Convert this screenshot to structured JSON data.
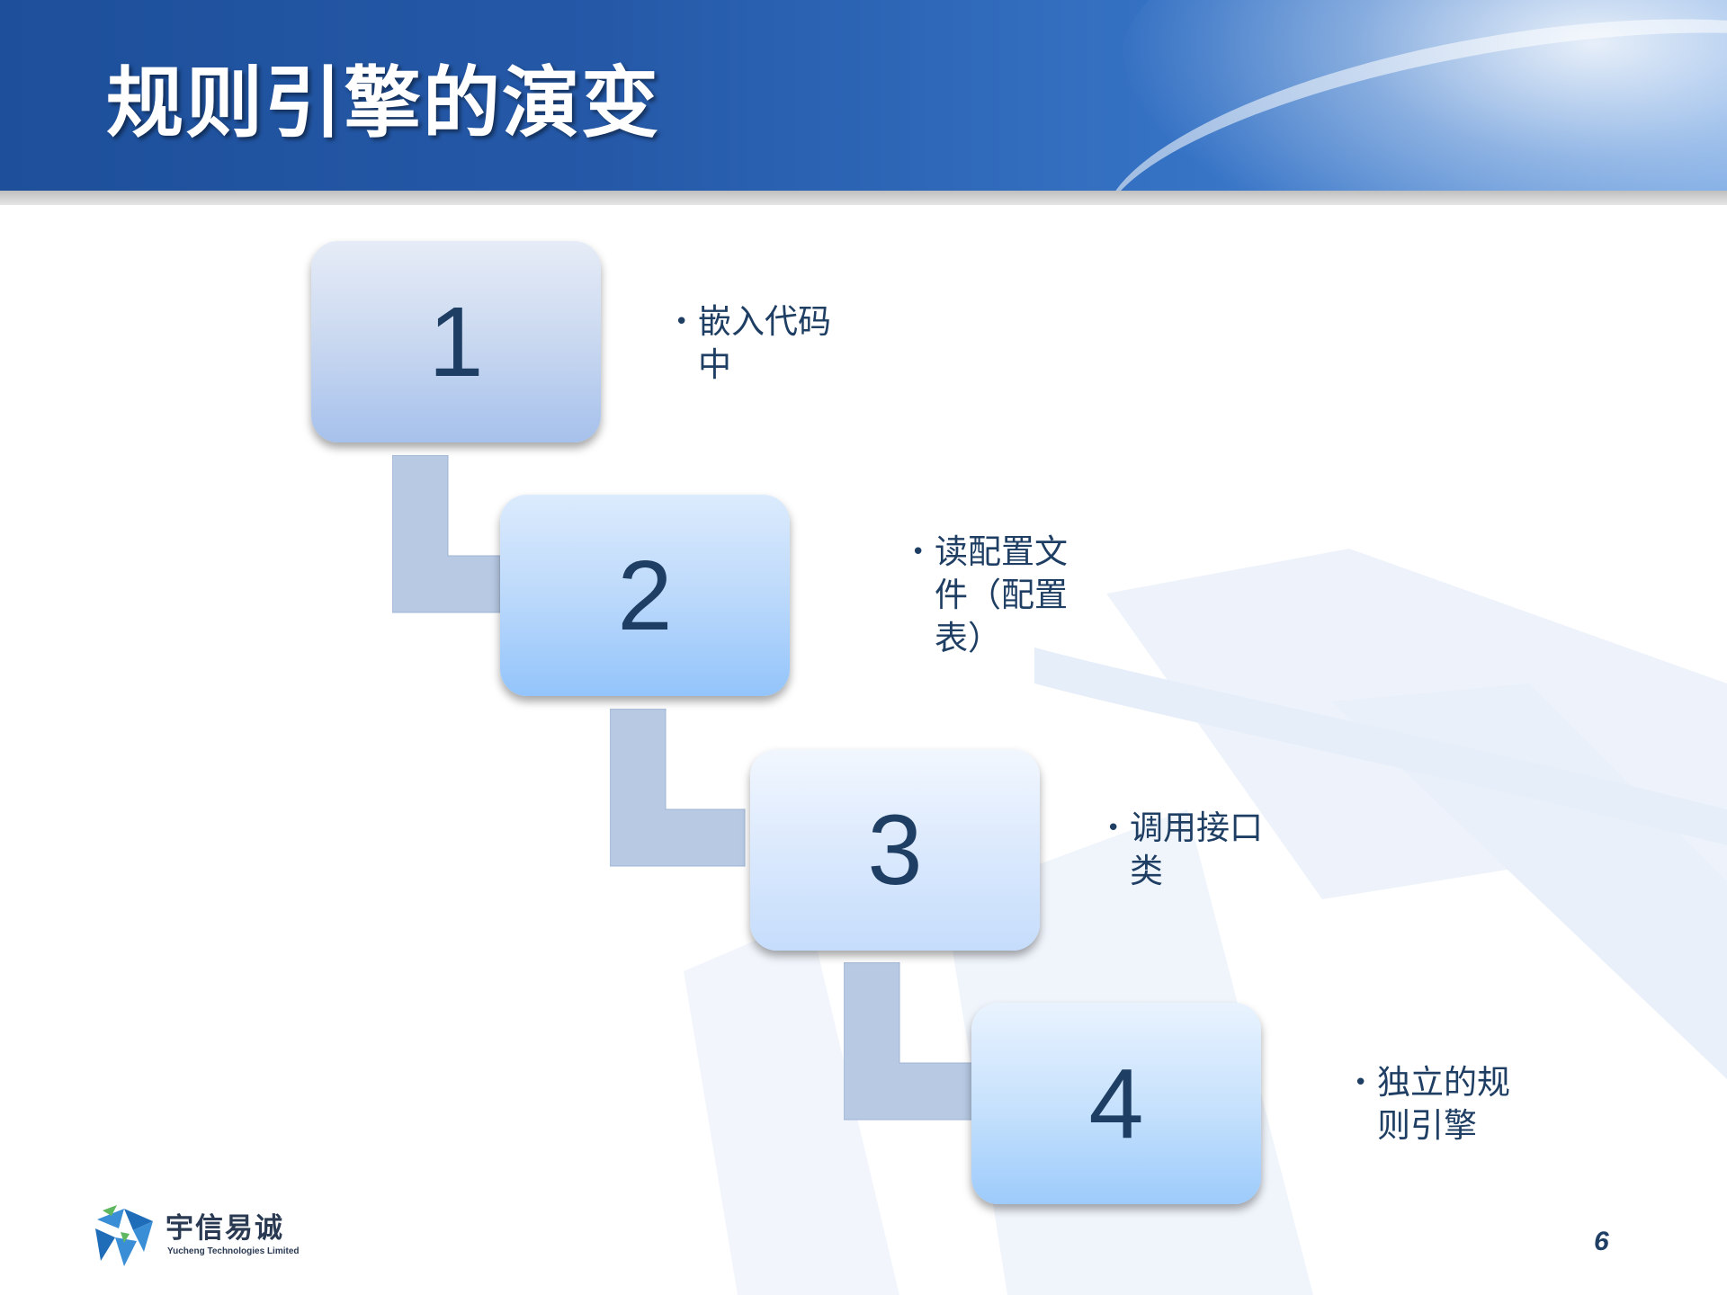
{
  "slide": {
    "title": "规则引擎的演变",
    "steps": [
      {
        "number": "1",
        "text": "嵌入代码中"
      },
      {
        "number": "2",
        "text": "读配置文件（配置表）"
      },
      {
        "number": "3",
        "text": "调用接口类"
      },
      {
        "number": "4",
        "text": "独立的规则引擎"
      }
    ],
    "page_number": "6"
  },
  "footer": {
    "logo_cn": "宇信易诚",
    "logo_en": "Yucheng Technologies Limited"
  },
  "colors": {
    "header": "#2559a8",
    "text": "#1f3e63",
    "connector": "#b7c9e3",
    "watermark": "#eef3fb"
  },
  "icons": {
    "bullet": "bullet-dot",
    "logo": "yucheng-logo-icon"
  }
}
